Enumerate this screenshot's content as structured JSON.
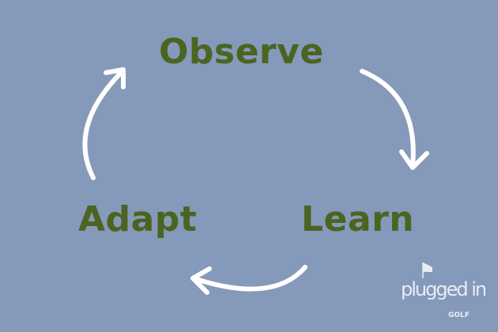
{
  "cycle": {
    "steps": [
      {
        "label": "Observe"
      },
      {
        "label": "Learn"
      },
      {
        "label": "Adapt"
      }
    ]
  },
  "logo": {
    "name": "plugged in",
    "sub": "GOLF"
  },
  "colors": {
    "background": "#8599ba",
    "text": "#4b6420",
    "arrow": "#ffffff"
  }
}
